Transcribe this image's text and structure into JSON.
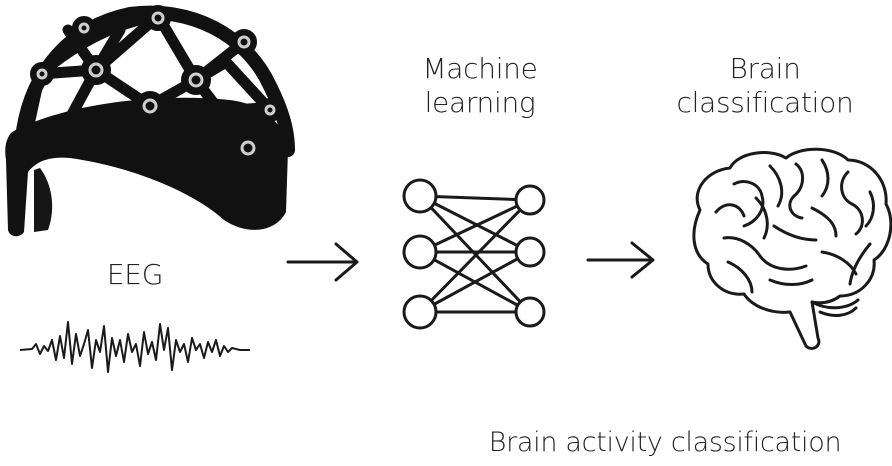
{
  "eeg": {
    "label": "EEG",
    "cap_icon": "eeg-cap-icon",
    "wave_icon": "eeg-waveform-icon"
  },
  "machine_learning": {
    "line1": "Machine",
    "line2": "learning",
    "icon": "neural-network-icon"
  },
  "brain_classification": {
    "line1": "Brain",
    "line2": "classification",
    "icon": "brain-icon"
  },
  "caption": "Brain activity classification",
  "arrow_icon": "right-arrow-icon",
  "colors": {
    "ink": "#1a1a1a",
    "background": "#ffffff"
  }
}
